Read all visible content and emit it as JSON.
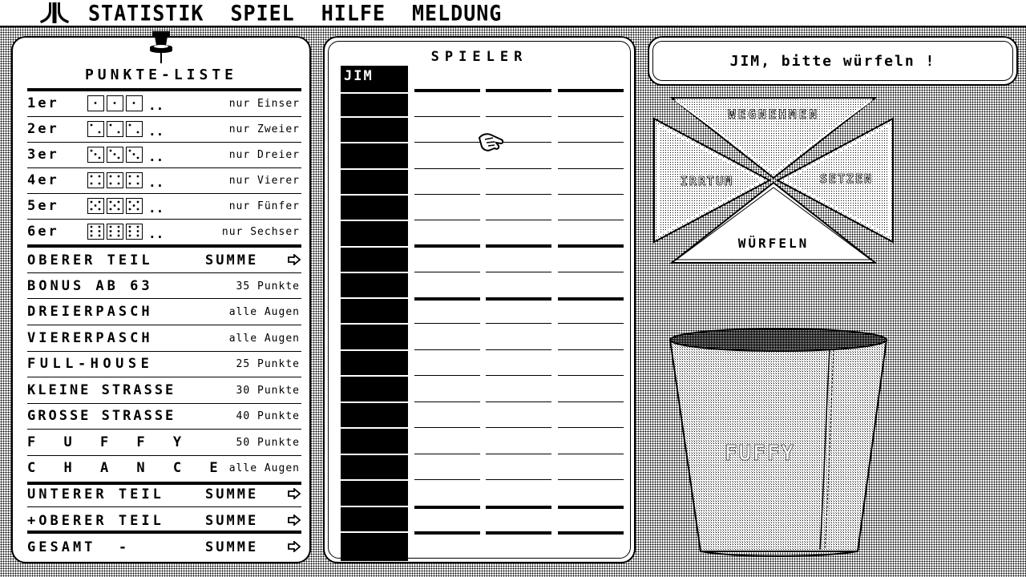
{
  "menu": {
    "logo": "atari-fuji-icon",
    "items": [
      "STATISTIK",
      "SPIEL",
      "HILFE",
      "MELDUNG"
    ]
  },
  "points_list": {
    "title": "PUNKTE-LISTE",
    "upper_rows": [
      {
        "label": "1er",
        "desc": "nur Einser",
        "pips": 1
      },
      {
        "label": "2er",
        "desc": "nur Zweier",
        "pips": 2
      },
      {
        "label": "3er",
        "desc": "nur Dreier",
        "pips": 3
      },
      {
        "label": "4er",
        "desc": "nur Vierer",
        "pips": 4
      },
      {
        "label": "5er",
        "desc": "nur Fünfer",
        "pips": 5
      },
      {
        "label": "6er",
        "desc": "nur Sechser",
        "pips": 6
      }
    ],
    "dots": "..",
    "upper_sum": {
      "label": "OBERER TEIL",
      "sum": "SUMME"
    },
    "bonus": {
      "label": "BONUS AB 63",
      "desc": "35 Punkte"
    },
    "lower_rows": [
      {
        "label": "DREIERPASCH",
        "desc": "alle Augen"
      },
      {
        "label": "VIERERPASCH",
        "desc": "alle Augen"
      },
      {
        "label": "FULL-HOUSE",
        "desc": "25 Punkte"
      },
      {
        "label": "KLEINE STRASSE",
        "desc": "30 Punkte"
      },
      {
        "label": "GROSSE STRASSE",
        "desc": "40 Punkte"
      },
      {
        "label": "F U F F Y",
        "desc": "50 Punkte"
      },
      {
        "label": "C H A N C E",
        "desc": "alle Augen"
      }
    ],
    "lower_sum": {
      "label": "UNTERER TEIL",
      "sum": "SUMME"
    },
    "upper_sum2": {
      "label": "+OBERER TEIL",
      "sum": "SUMME"
    },
    "total": {
      "label": "GESAMT  -",
      "sum": "SUMME"
    }
  },
  "player_sheet": {
    "title": "SPIELER",
    "players": [
      "JIM"
    ],
    "empty_columns": 3
  },
  "message": "JIM, bitte würfeln !",
  "actions": {
    "top": "WEGNEHMEN",
    "left": "IRRTUM",
    "right": "SETZEN",
    "bottom": "WÜRFELN"
  },
  "dice_cup": {
    "label": "FUFFY"
  },
  "colors": {
    "ink": "#000000",
    "paper": "#ffffff"
  }
}
